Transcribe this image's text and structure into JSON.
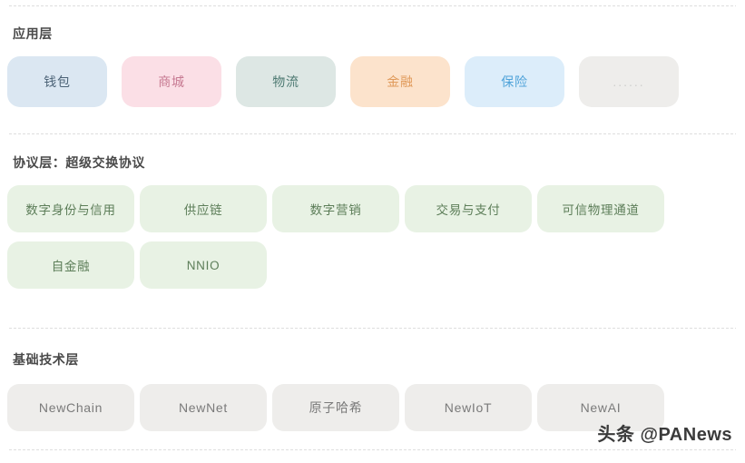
{
  "watermark": "头条 @PANews",
  "sections": [
    {
      "id": "application",
      "title": "应用层",
      "rows": [
        [
          {
            "label": "钱包",
            "bg": "#dbe7f2",
            "fg": "#4c6377"
          },
          {
            "label": "商城",
            "bg": "#fbdfe6",
            "fg": "#c77a92"
          },
          {
            "label": "物流",
            "bg": "#dde7e4",
            "fg": "#4e7a72"
          },
          {
            "label": "金融",
            "bg": "#fce3cc",
            "fg": "#e09a5a"
          },
          {
            "label": "保险",
            "bg": "#dcedfa",
            "fg": "#4fa3d9"
          },
          {
            "label": "......",
            "bg": "#eeedeb",
            "fg": "#cfcfcd"
          }
        ]
      ]
    },
    {
      "id": "protocol",
      "title": "协议层：超级交换协议",
      "rows": [
        [
          {
            "label": "数字身份与信用",
            "bg": "#e8f2e4",
            "fg": "#5d7e59"
          },
          {
            "label": "供应链",
            "bg": "#e8f2e4",
            "fg": "#5d7e59"
          },
          {
            "label": "数字营销",
            "bg": "#e8f2e4",
            "fg": "#5d7e59"
          },
          {
            "label": "交易与支付",
            "bg": "#e8f2e4",
            "fg": "#5d7e59"
          },
          {
            "label": "可信物理通道",
            "bg": "#e8f2e4",
            "fg": "#5d7e59"
          }
        ],
        [
          {
            "label": "自金融",
            "bg": "#e8f2e4",
            "fg": "#5d7e59"
          },
          {
            "label": "NNIO",
            "bg": "#e8f2e4",
            "fg": "#5d7e59"
          }
        ]
      ]
    },
    {
      "id": "base-technology",
      "title": "基础技术层",
      "rows": [
        [
          {
            "label": "NewChain",
            "bg": "#eeedeb",
            "fg": "#7a7a7a"
          },
          {
            "label": "NewNet",
            "bg": "#eeedeb",
            "fg": "#7a7a7a"
          },
          {
            "label": "原子哈希",
            "bg": "#eeedeb",
            "fg": "#7a7a7a"
          },
          {
            "label": "NewIoT",
            "bg": "#eeedeb",
            "fg": "#7a7a7a"
          },
          {
            "label": "NewAI",
            "bg": "#eeedeb",
            "fg": "#7a7a7a"
          }
        ]
      ]
    }
  ]
}
